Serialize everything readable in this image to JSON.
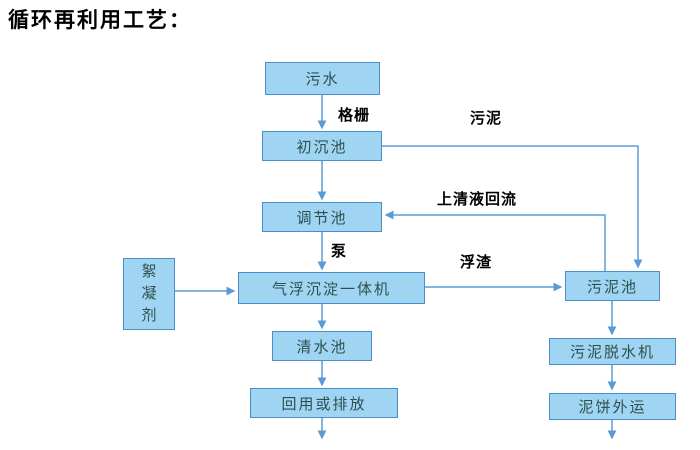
{
  "title": "循环再利用工艺：",
  "colors": {
    "box_fill": "#9fd5f2",
    "box_border": "#4a90c8",
    "box_text": "#2f4f4f",
    "arrow": "#5b9bd5",
    "label_text": "#000000"
  },
  "nodes": {
    "sewage": "污水",
    "primary_sedimentation_tank": "初沉池",
    "regulating_tank": "调节池",
    "air_flotation_sedimentation_unit": "气浮沉淀一体机",
    "flocculant": "絮凝剂",
    "clean_water_tank": "清水池",
    "reuse_or_discharge": "回用或排放",
    "sludge_tank": "污泥池",
    "sludge_dewatering_machine": "污泥脱水机",
    "mud_cake_outbound_transport": "泥饼外运"
  },
  "edge_labels": {
    "grid_screen": "格栅",
    "sludge": "污泥",
    "supernatant_reflux": "上清液回流",
    "pump": "泵",
    "scum": "浮渣"
  }
}
